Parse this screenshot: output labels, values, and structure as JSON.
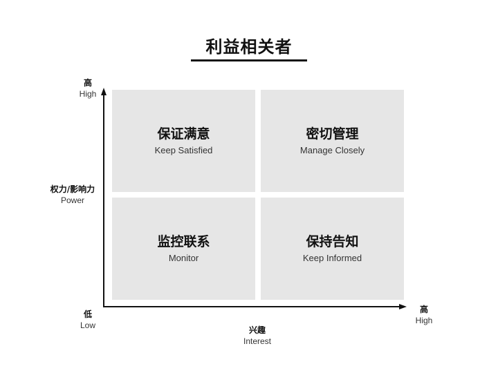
{
  "title": "利益相关者",
  "quadrants": {
    "top_left": {
      "zh": "保证满意",
      "en": "Keep Satisfied"
    },
    "top_right": {
      "zh": "密切管理",
      "en": "Manage Closely"
    },
    "bottom_left": {
      "zh": "监控联系",
      "en": "Monitor"
    },
    "bottom_right": {
      "zh": "保持告知",
      "en": "Keep Informed"
    }
  },
  "y_axis": {
    "label_zh": "权力/影响力",
    "label_en": "Power",
    "high_zh": "高",
    "high_en": "High",
    "low_zh": "低",
    "low_en": "Low"
  },
  "x_axis": {
    "label_zh": "兴趣",
    "label_en": "Interest",
    "high_zh": "高",
    "high_en": "High"
  },
  "colors": {
    "quadrant_fill": "#e6e6e6",
    "axis": "#111111"
  }
}
